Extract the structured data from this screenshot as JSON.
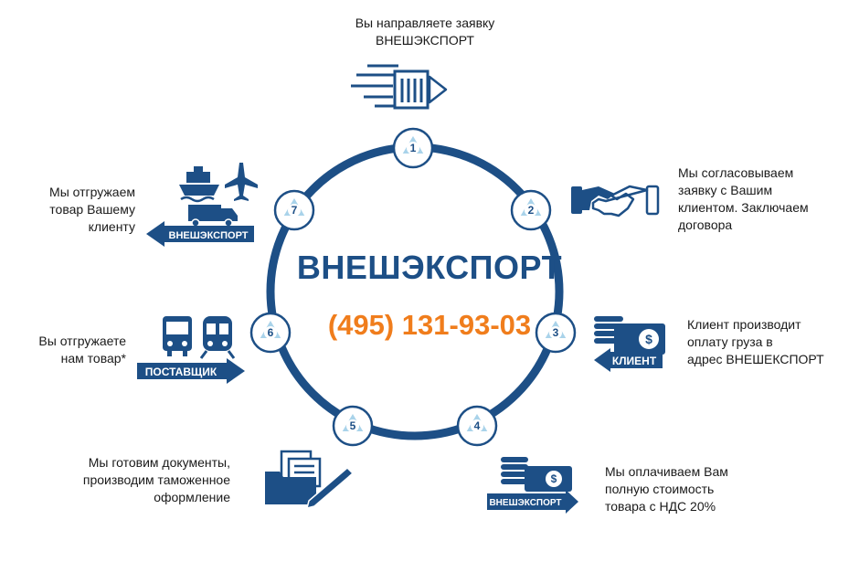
{
  "center": {
    "title": "ВНЕШЭКСПОРТ",
    "phone": "(495) 131-93-03"
  },
  "colors": {
    "primary": "#1d4f86",
    "node_fill": "#a9d3ea",
    "phone": "#f07d1c",
    "text": "#1a1a1a"
  },
  "steps": [
    {
      "num": "1",
      "text": "Вы направляете заявку\nВНЕШЭКСПОРТ",
      "icon": "document-send-icon"
    },
    {
      "num": "2",
      "text": "Мы согласовываем\nзаявку с Вашим\nклиентом. Заключаем\nдоговора",
      "icon": "handshake-icon"
    },
    {
      "num": "3",
      "text": "Клиент производит\nоплату груза в\nадрес ВНЕШЕКСПОРТ",
      "icon": "money-icon",
      "arrow_label": "КЛИЕНТ"
    },
    {
      "num": "4",
      "text": "Мы оплачиваем Вам\nполную стоимость\nтовара с НДС 20%",
      "icon": "money-icon",
      "arrow_label": "ВНЕШЭКСПОРТ"
    },
    {
      "num": "5",
      "text": "Мы готовим документы,\nпроизводим таможенное\nоформление",
      "icon": "documents-pen-icon"
    },
    {
      "num": "6",
      "text": "Вы отгружаете\nнам товар*",
      "icon": "bus-train-icon",
      "arrow_label": "ПОСТАВЩИК"
    },
    {
      "num": "7",
      "text": "Мы отгружаем\nтовар Вашему\nклиенту",
      "icon": "ship-plane-truck-icon",
      "arrow_label": "ВНЕШЭКСПОРТ"
    }
  ]
}
